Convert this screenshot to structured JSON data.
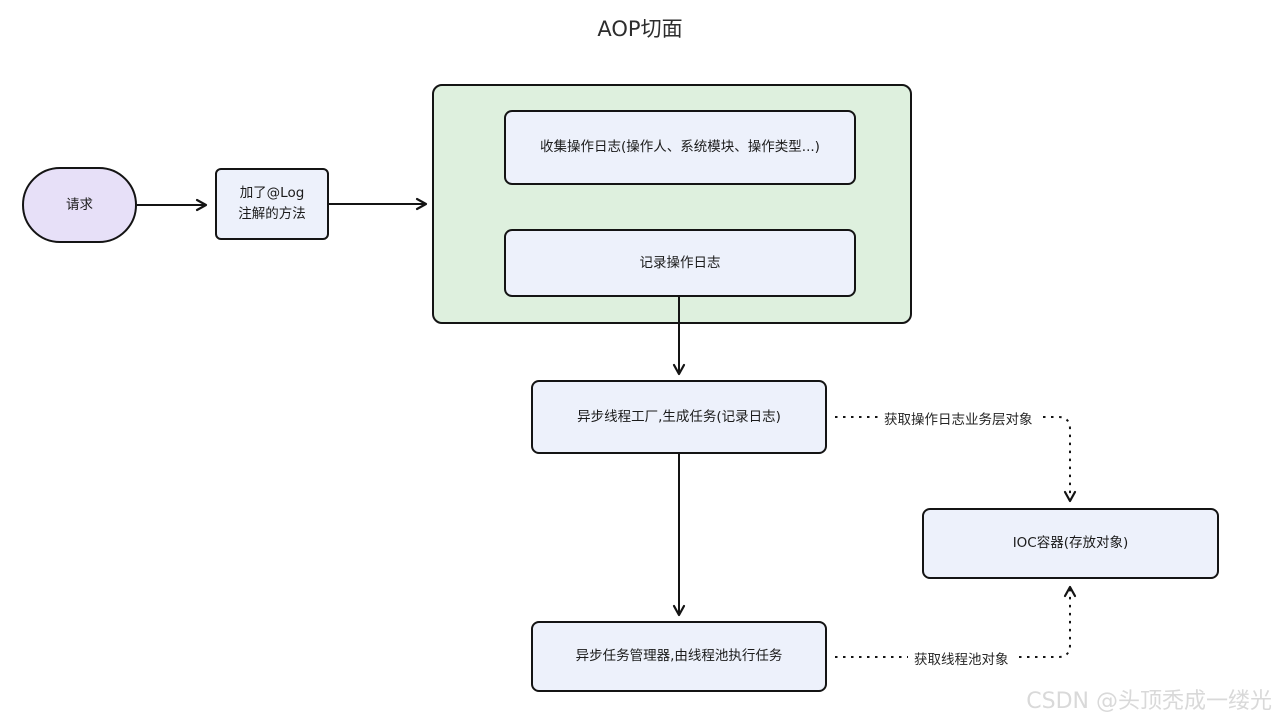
{
  "title": "AOP切面",
  "nodes": {
    "request": "请求",
    "log_method_line1": "加了@Log",
    "log_method_line2": "注解的方法",
    "collect_log": "收集操作日志(操作人、系统模块、操作类型...)",
    "record_log": "记录操作日志",
    "async_factory": "异步线程工厂,生成任务(记录日志)",
    "ioc_container": "IOC容器(存放对象)",
    "async_manager": "异步任务管理器,由线程池执行任务"
  },
  "edge_labels": {
    "get_log_service": "获取操作日志业务层对象",
    "get_thread_pool": "获取线程池对象"
  },
  "watermark": "CSDN @头顶秃成一缕光",
  "colors": {
    "node_fill": "#edf1fb",
    "request_fill": "#e7e0f8",
    "group_fill": "#def0de",
    "stroke": "#141414",
    "watermark": "#d9d9d9"
  }
}
